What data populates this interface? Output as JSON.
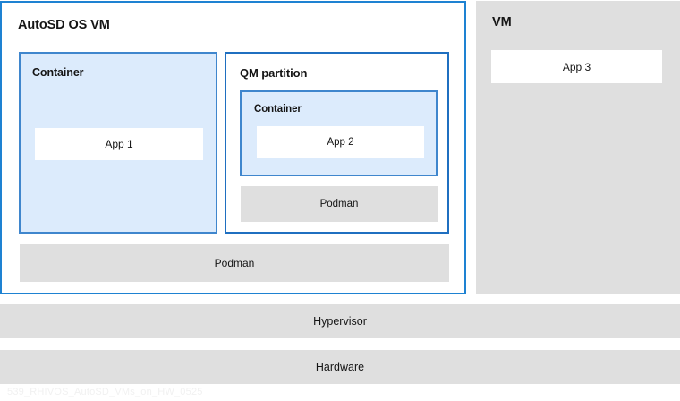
{
  "diagram": {
    "autosd_vm": {
      "title": "AutoSD OS VM",
      "container": {
        "title": "Container",
        "app": "App 1"
      },
      "qm_partition": {
        "title": "QM partition",
        "container": {
          "title": "Container",
          "app": "App 2"
        },
        "podman": "Podman"
      },
      "podman": "Podman"
    },
    "vm": {
      "title": "VM",
      "app": "App 3"
    },
    "layers": {
      "hypervisor": "Hypervisor",
      "hardware": "Hardware"
    },
    "watermark": "539_RHIVOS_AutoSD_VMs_on_HW_0525",
    "colors": {
      "outer_border_blue": "#1e82d2",
      "container_border_blue": "#3f86cd",
      "qm_border_blue": "#1f6fc0",
      "container_fill_blue": "#dcebfc",
      "gray_fill": "#dfdfdf",
      "white_fill": "#ffffff",
      "text": "#151515",
      "watermark": "#f1f1f1"
    }
  }
}
